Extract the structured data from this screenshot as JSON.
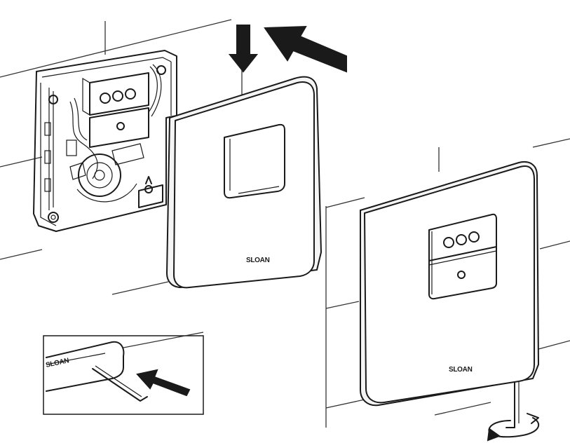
{
  "brand": {
    "front_cover_logo": "SLOAN",
    "installed_cover_logo": "SLOAN"
  },
  "steps": [
    {
      "name": "align-cover",
      "arrows": [
        "down-arrow",
        "insert-arrow"
      ]
    },
    {
      "name": "insert-hex-key",
      "arrows": [
        "hex-key-arrow"
      ]
    },
    {
      "name": "tighten-screw",
      "arrows": [
        "rotate-arrow"
      ]
    }
  ],
  "icons": [
    "down-arrow-icon",
    "diagonal-arrow-icon",
    "rotate-arrow-icon",
    "hex-key-icon",
    "sensor-window-icon"
  ],
  "colors": {
    "line": "#1a1a1a",
    "background": "#ffffff"
  }
}
